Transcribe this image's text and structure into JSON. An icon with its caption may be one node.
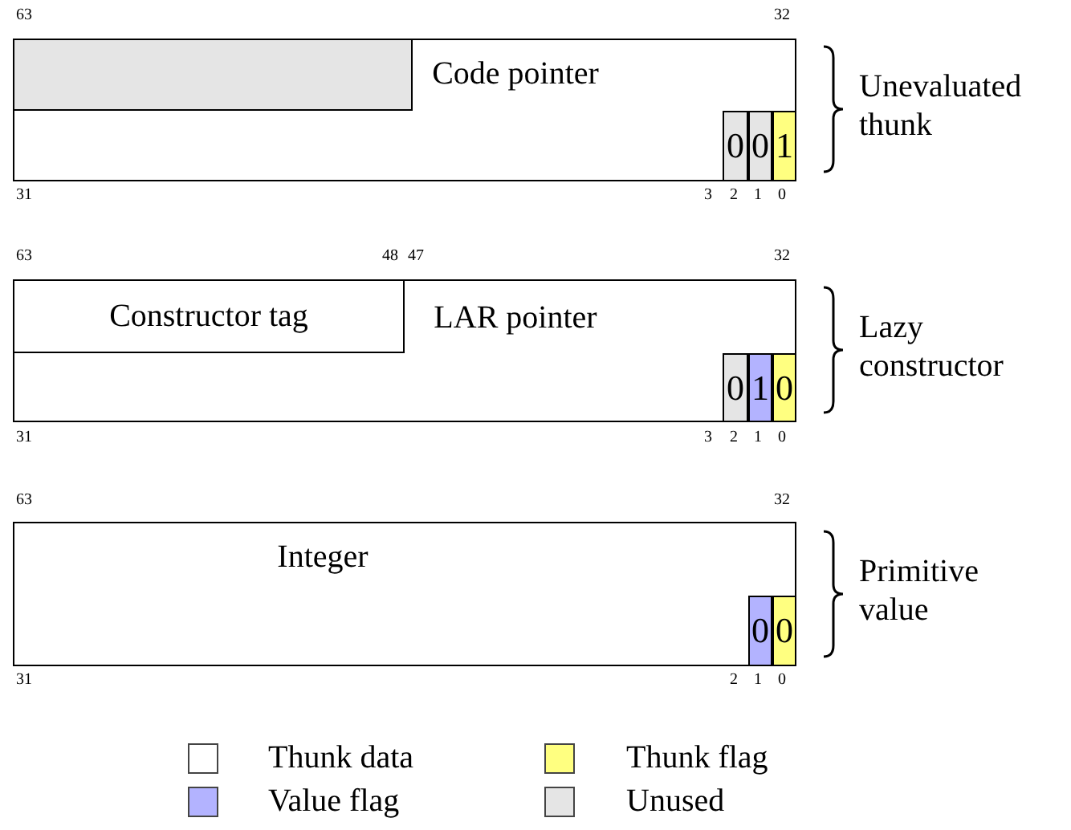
{
  "diagram": {
    "nodes": [
      {
        "text": [
          "Code pointer"
        ],
        "beside": [
          "Unevaluated thunk"
        ]
      },
      {
        "text": [],
        "shape": "box",
        "in": 0
      },
      {
        "text": [
          "0"
        ],
        "in": 0
      },
      {
        "text": [
          "0"
        ],
        "in": 0
      },
      {
        "text": [
          "1"
        ],
        "in": 0
      },
      {
        "text": [
          "LAR pointer"
        ],
        "beside": [
          "Lazy constructor"
        ]
      },
      {
        "text": [
          "Constructor tag"
        ],
        "in": 5
      },
      {
        "text": [
          "0"
        ],
        "in": 5
      },
      {
        "text": [
          "1"
        ],
        "in": 5
      },
      {
        "text": [
          "0"
        ],
        "in": 5
      },
      {
        "text": [
          "Integer"
        ],
        "beside": [
          "Primitive value"
        ]
      },
      {
        "text": [
          "0"
        ],
        "in": 10
      },
      {
        "text": [
          "0"
        ],
        "in": 10
      }
    ],
    "edges": [],
    "labels": [
      "63",
      "32",
      "31",
      "3",
      "2",
      "1",
      "0",
      "63",
      "48",
      "47",
      "32",
      "31",
      "3",
      "2",
      "1",
      "0",
      "63",
      "32",
      "31",
      "2",
      "1",
      "0"
    ],
    "legend": [
      {
        "text": "Thunk data",
        "color": "#ffffff"
      },
      {
        "text": "Thunk flag",
        "color": "#ffff80"
      },
      {
        "text": "Value flag",
        "color": "#b3b3ff"
      },
      {
        "text": "Unused",
        "color": "#e5e5e5"
      }
    ]
  }
}
